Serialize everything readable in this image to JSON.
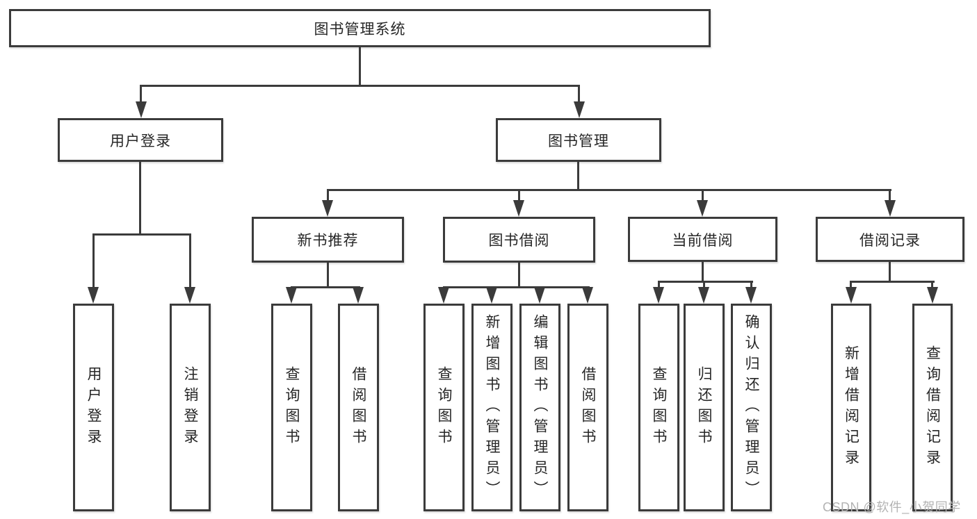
{
  "diagram": {
    "root_label": "图书管理系统",
    "level1": {
      "user_login": "用户登录",
      "book_management": "图书管理"
    },
    "level2": {
      "new_book_recommend": "新书推荐",
      "book_borrowing": "图书借阅",
      "current_borrowing": "当前借阅",
      "borrowing_records": "借阅记录"
    },
    "leaves": {
      "user_login_action": "用户登录",
      "logout_action": "注销登录",
      "query_books_newbook": "查询图书",
      "borrow_books_newbook": "借阅图书",
      "query_books_borrowing": "查询图书",
      "add_books_admin": "新增图书（管理员）",
      "edit_books_admin": "编辑图书（管理员）",
      "borrow_books_borrowing": "借阅图书",
      "query_books_current": "查询图书",
      "return_books": "归还图书",
      "confirm_return_admin": "确认归还（管理员）",
      "add_borrow_record": "新增借阅记录",
      "query_borrow_record": "查询借阅记录"
    },
    "watermark": "CSDN @软件_小贺同学",
    "colors": {
      "line": "#3b3b3b",
      "text": "#262626",
      "watermark": "#b3b3b3",
      "background": "#ffffff"
    }
  }
}
